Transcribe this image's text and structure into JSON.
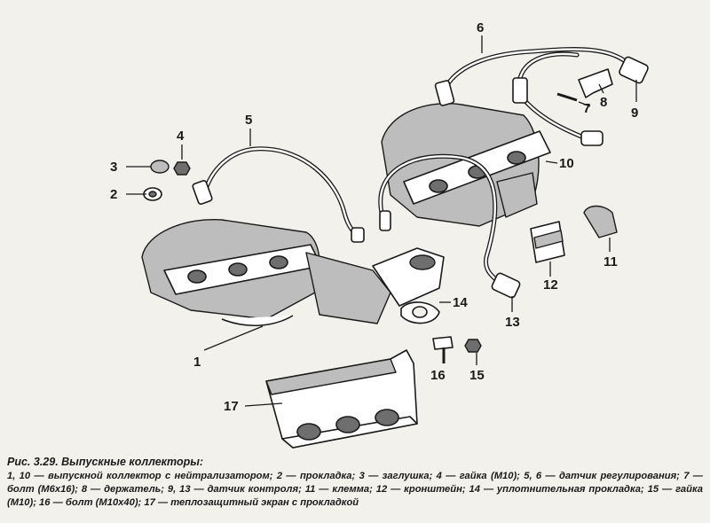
{
  "figure": {
    "title": "Рис. 3.29. Выпускные коллекторы:",
    "legend_text": "1, 10 — выпускной коллектор с нейтрализатором; 2 — прокладка; 3 — заглушка; 4 — гайка (М10); 5, 6 — датчик регулирования; 7 — болт (М6х16); 8 — держатель; 9, 13 — датчик контроля; 11 — клемма; 12 — кронштейн; 14 — уплотнительная прокладка; 15 — гайка (М10); 16 — болт (М10х40); 17 — теплозащитный экран с прокладкой",
    "callouts": [
      "1",
      "2",
      "3",
      "4",
      "5",
      "6",
      "7",
      "8",
      "9",
      "10",
      "11",
      "12",
      "13",
      "14",
      "15",
      "16",
      "17"
    ]
  }
}
